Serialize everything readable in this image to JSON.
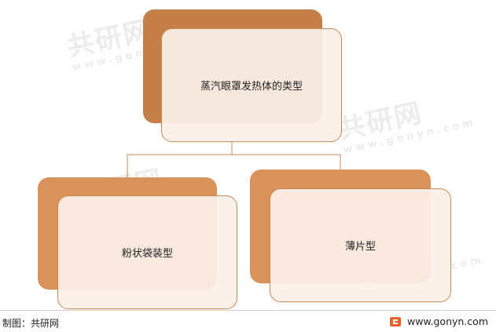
{
  "diagram": {
    "root": {
      "label": "蒸汽眼罩发热体的类型"
    },
    "children": [
      {
        "label": "粉状袋装型"
      },
      {
        "label": "薄片型"
      }
    ]
  },
  "colors": {
    "back_root": "#c5804a",
    "back_child": "#d8925a",
    "front_fill": "#fbf0e8",
    "front_border": "#c98a56",
    "connector": "#c98a56"
  },
  "footer": {
    "source": "制图：共研网",
    "site": "www.gonyn.com",
    "site_icon": "gonyn-logo-icon"
  },
  "watermark": {
    "brand": "共研网",
    "url": "www.gonyn.com"
  }
}
